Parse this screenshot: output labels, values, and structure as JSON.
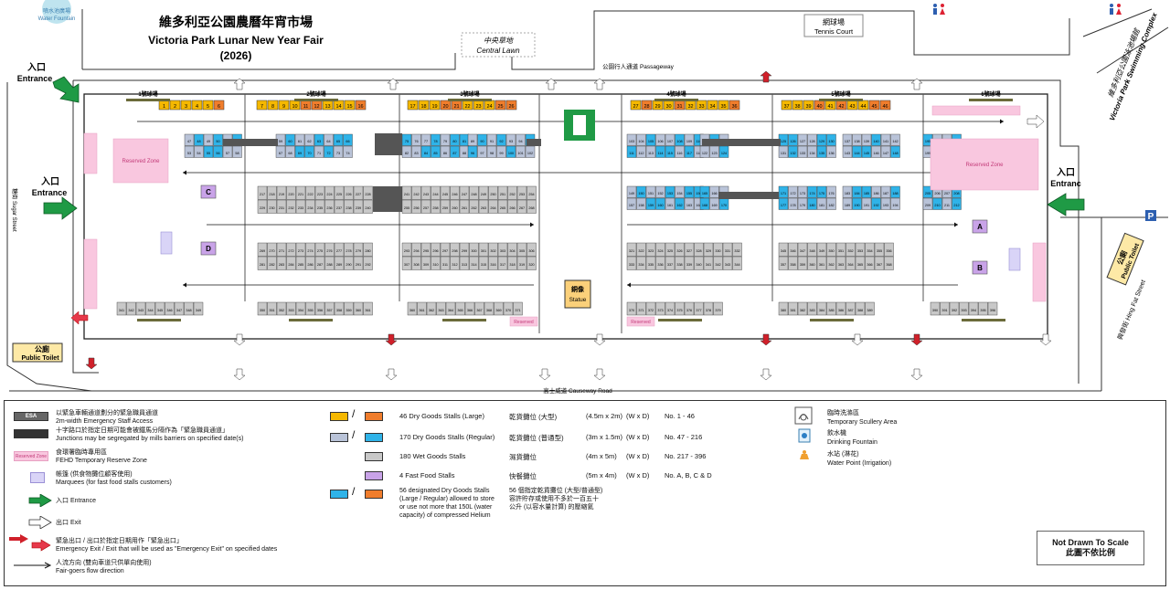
{
  "title": {
    "zh": "維多利亞公園農曆年宵市場",
    "en": "Victoria Park Lunar New Year Fair",
    "year": "(2026)"
  },
  "places": {
    "water_fountain": {
      "zh": "噴水池廣場",
      "en": "Water Fountain"
    },
    "central_lawn": {
      "zh": "中央草地",
      "en": "Central Lawn"
    },
    "tennis_court": {
      "zh": "網球場",
      "en": "Tennis Court"
    },
    "passageway": "公園行人通道 Passageway",
    "swimming": {
      "zh": "維多利亞公園泳池場館",
      "en": "Victoria Park Swimming Complex"
    },
    "causeway_road": "高士威道 Causeway Road",
    "sugar_street": "糖街 Sugar Street",
    "hing_fat": "興發街 Hing Fat Street",
    "statue": {
      "zh": "銅像",
      "en": "Statue"
    },
    "public_toilet": {
      "zh": "公廁",
      "en": "Public Toilet"
    },
    "reserved": "Reserved",
    "reserved_zone": "Reserved Zone",
    "entrance_zh": "入口",
    "entrance_en": "Entrance",
    "entrance_right_en": "Entranc",
    "parking": "P"
  },
  "courts": [
    "1號球場",
    "2號球場",
    "3號球場",
    "4號球場",
    "5號球場",
    "6號球場"
  ],
  "fastfood": [
    "A",
    "B",
    "C",
    "D"
  ],
  "legend": {
    "esa": {
      "box": "ESA",
      "zh": "以緊急車輛通道劃分的緊急職員通道",
      "en": "2m-width Emergency Staff Access"
    },
    "junction": {
      "zh": "十字路口於指定日期可能會被鐵馬分隔作為「緊急職員通道」",
      "en": "Junctions may be segregated by mills barriers on specified date(s)"
    },
    "reserve": {
      "box": "Reserved Zone",
      "zh": "食環署臨時專用區",
      "en": "FEHD Temporary Reserve Zone"
    },
    "marquee": {
      "zh": "帳篷 (供食物攤位顧客使用)",
      "en": "Marquees (for fast food stalls customers)"
    },
    "entrance": {
      "zh": "入口",
      "en": "Entrance"
    },
    "exit": {
      "zh": "出口",
      "en": "Exit"
    },
    "emergency": {
      "zh": "緊急出口 / 出口於指定日期用作「緊急出口」",
      "en": "Emergency Exit / Exit that will be used as \"Emergency Exit\" on specified dates"
    },
    "flow": {
      "zh": "人流方向 (雙向車道只供單向使用)",
      "en": "Fair-goers flow direction"
    },
    "stalls": [
      {
        "label": "46  Dry Goods Stalls (Large)",
        "zh": "乾貨攤位 (大型)",
        "size": "(4.5m x 2m)",
        "wd": "(W x D)",
        "no": "No. 1 - 46"
      },
      {
        "label": "170  Dry Goods Stalls (Regular)",
        "zh": "乾貨攤位 (普通型)",
        "size": "(3m x 1.5m)",
        "wd": "(W x D)",
        "no": "No. 47 - 216"
      },
      {
        "label": "180  Wet Goods Stalls",
        "zh": "濕貨攤位",
        "size": "(4m x 5m)",
        "wd": "(W x D)",
        "no": "No. 217 - 396"
      },
      {
        "label": "4  Fast Food Stalls",
        "zh": "快餐攤位",
        "size": "(5m x 4m)",
        "wd": "(W x D)",
        "no": "No. A, B, C & D"
      }
    ],
    "helium": {
      "en1": "56 designated Dry Goods Stalls",
      "en2": "(Large / Regular) allowed to store",
      "en3": "or use not more that 150L (water",
      "en4": "capacity) of compressed Helium",
      "zh1": "56 個指定乾貨攤位 (大型/普通型)",
      "zh2": "容許貯存或使用不多於一百五十",
      "zh3": "公升 (以容水量計算) 的壓縮氦"
    },
    "scullery": {
      "zh": "臨時洗滌區",
      "en": "Temporary Scullery Area"
    },
    "drinking": {
      "zh": "飲水機",
      "en": "Drinking Fountain"
    },
    "waterpoint": {
      "zh": "水站 (淋花)",
      "en": "Water Point (Irrigation)"
    },
    "scale": {
      "en": "Not Drawn To Scale",
      "zh": "此圖不依比例"
    }
  },
  "colors": {
    "large": "#f5b800",
    "large_helium": "#f07d2c",
    "regular": "#b9c3d8",
    "regular_helium": "#2fb3e8",
    "wet": "#c8c8c8",
    "fastfood": "#c9a3e8",
    "reserve": "#f9c7df",
    "green": "#1f9a45"
  }
}
